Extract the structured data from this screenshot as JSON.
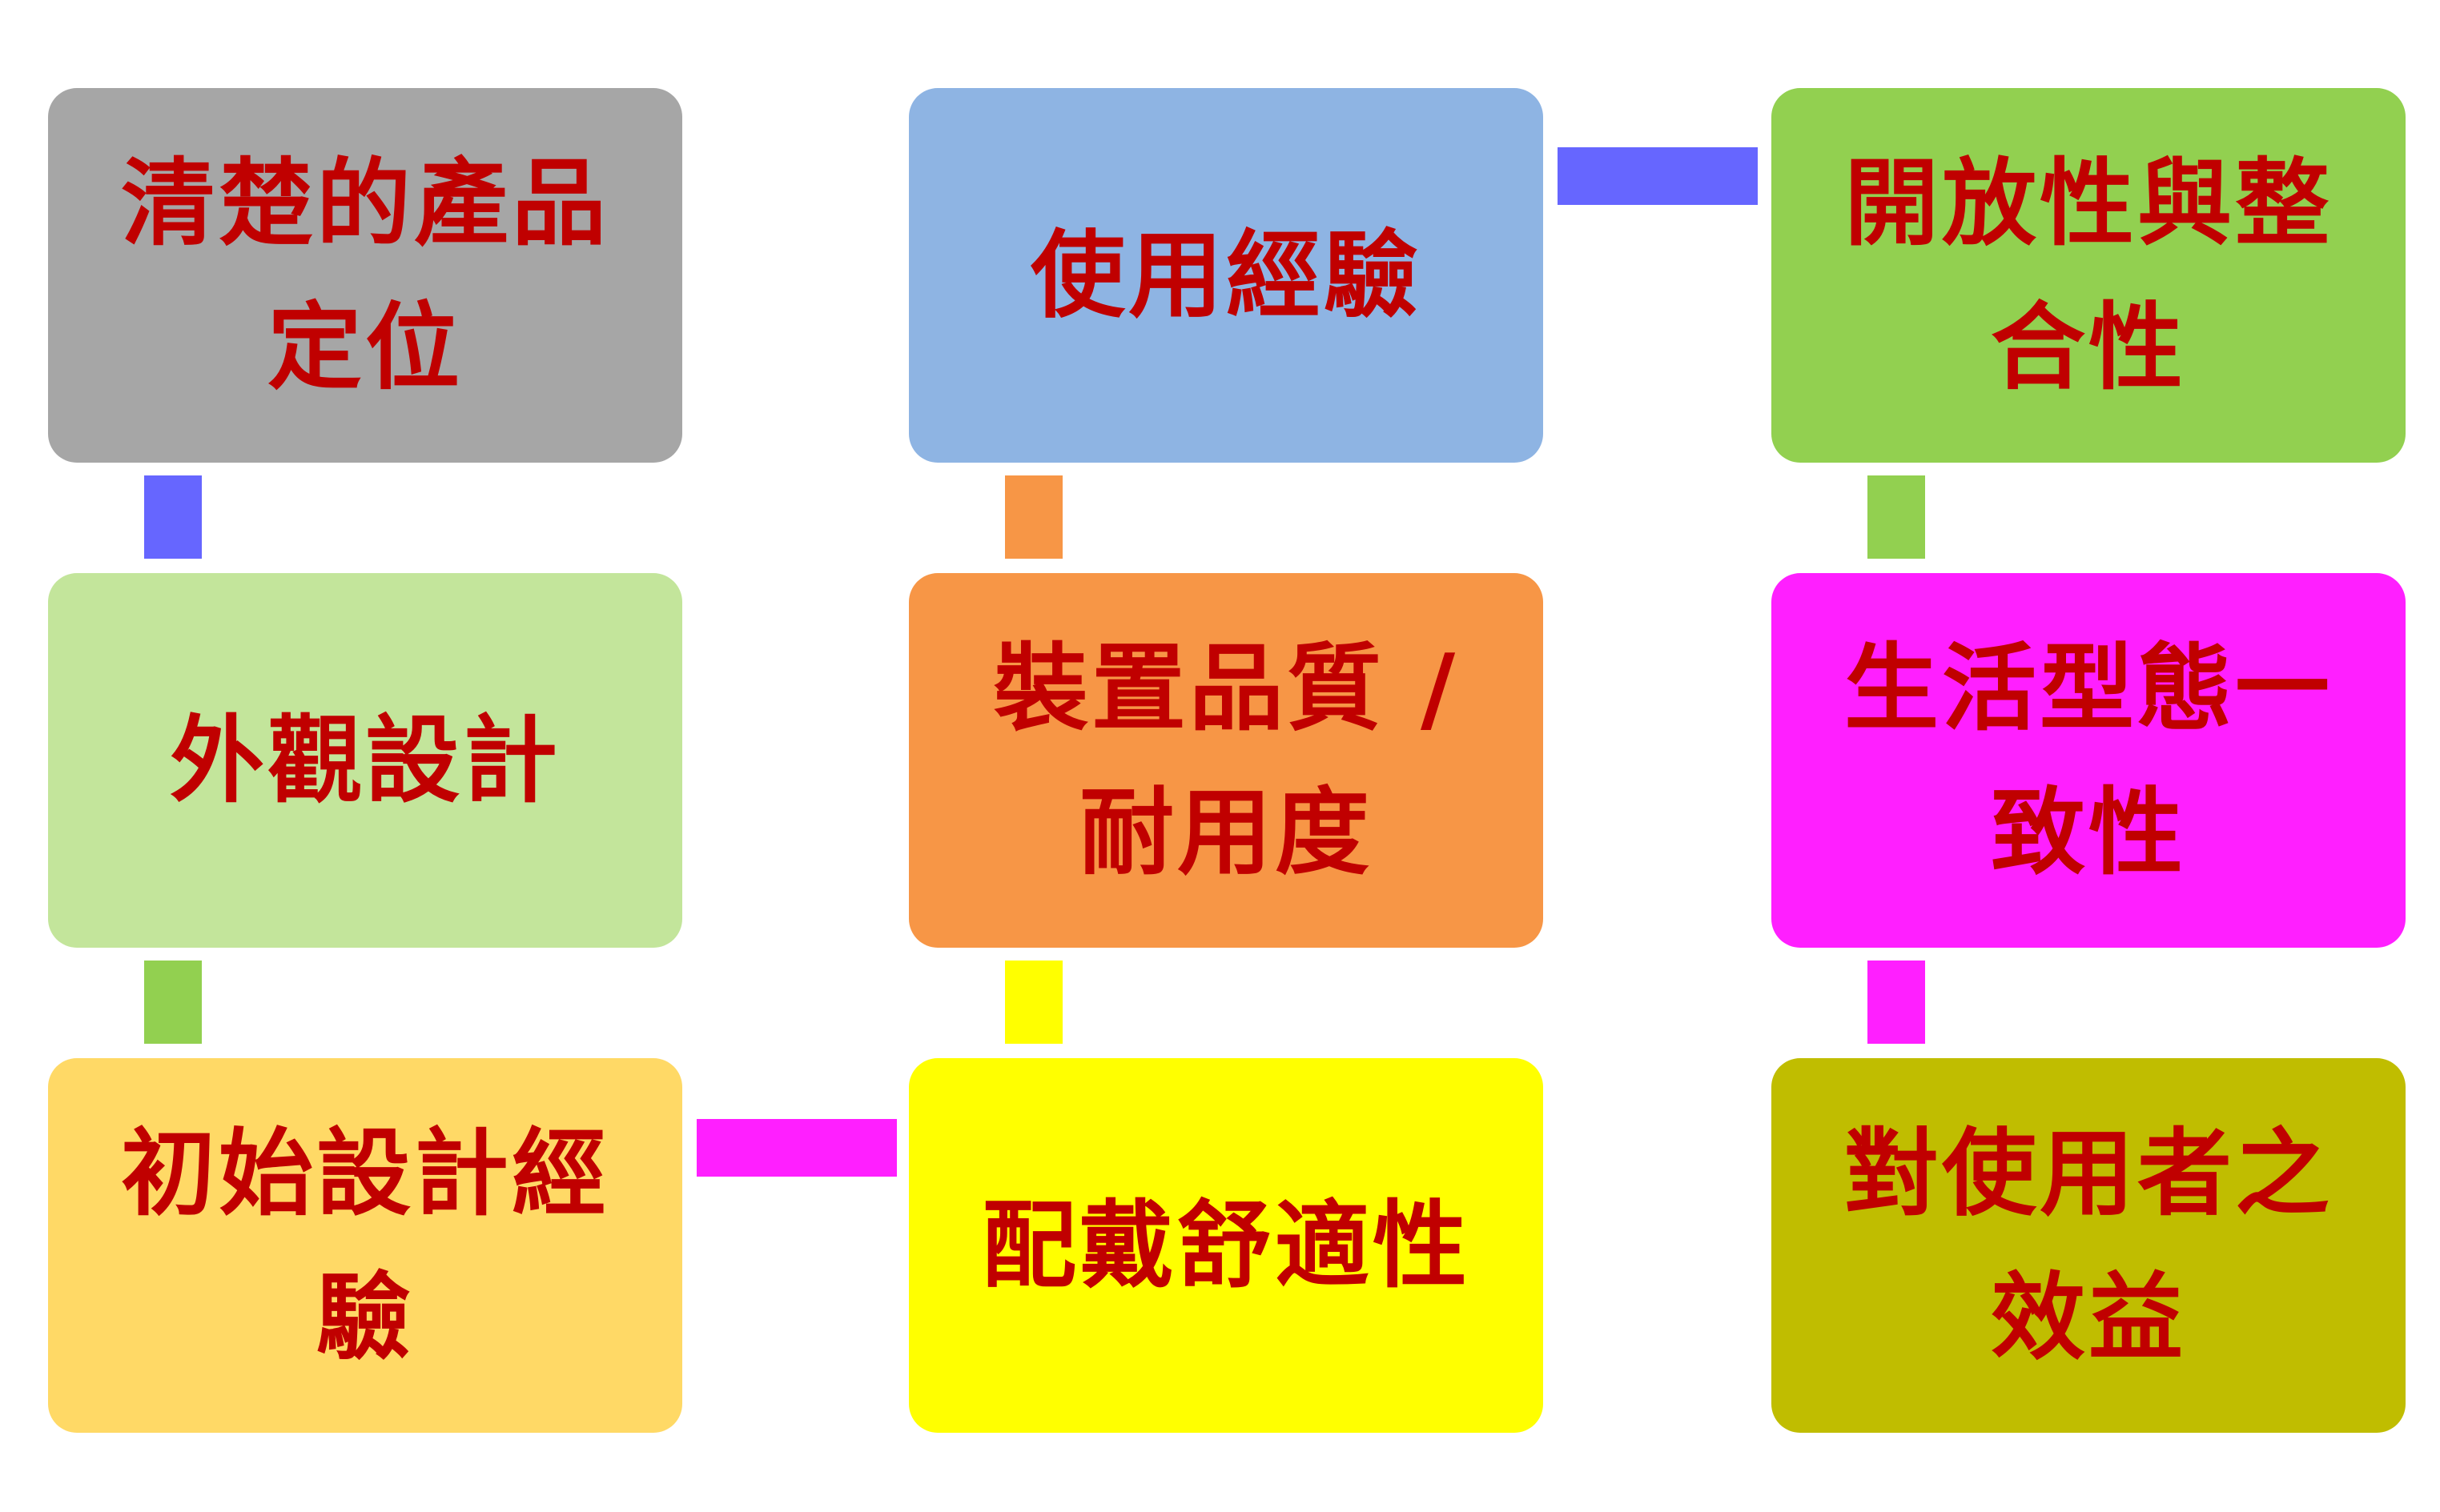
{
  "nodes": [
    {
      "id": "n1",
      "label": "清楚的產品定位",
      "color": "#a6a6a6"
    },
    {
      "id": "n2",
      "label": "使用經驗",
      "color": "#8eb4e3"
    },
    {
      "id": "n3",
      "label": "開放性與整合性",
      "color": "#92d050"
    },
    {
      "id": "n4",
      "label": "外觀設計",
      "color": "#c3e59b"
    },
    {
      "id": "n5",
      "label": "裝置品質 / 耐用度",
      "color": "#f79646"
    },
    {
      "id": "n6",
      "label": "生活型態一致性",
      "color": "#ff1fff"
    },
    {
      "id": "n7",
      "label": "初始設計經驗",
      "color": "#ffd966"
    },
    {
      "id": "n8",
      "label": "配戴舒適性",
      "color": "#ffff00"
    },
    {
      "id": "n9",
      "label": "對使用者之效益",
      "color": "#c0bd00"
    }
  ],
  "connectors": [
    {
      "id": "c1",
      "from": "n1",
      "to": "n4",
      "color": "#6666ff"
    },
    {
      "id": "c2",
      "from": "n4",
      "to": "n7",
      "color": "#92d050"
    },
    {
      "id": "c3",
      "from": "n7",
      "to": "n8",
      "color": "#ff1fff"
    },
    {
      "id": "c4",
      "from": "n8",
      "to": "n5",
      "color": "#ffff00"
    },
    {
      "id": "c5",
      "from": "n5",
      "to": "n2",
      "color": "#f79646"
    },
    {
      "id": "c6",
      "from": "n2",
      "to": "n3",
      "color": "#6666ff"
    },
    {
      "id": "c7",
      "from": "n3",
      "to": "n6",
      "color": "#92d050"
    },
    {
      "id": "c8",
      "from": "n6",
      "to": "n9",
      "color": "#ff1fff"
    }
  ],
  "text_color": "#c00000"
}
